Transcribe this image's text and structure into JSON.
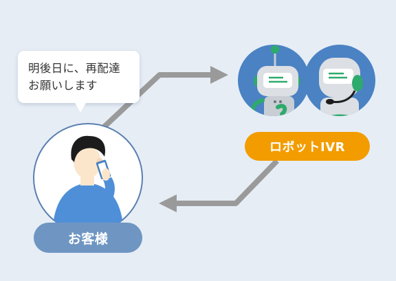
{
  "speech_bubble": {
    "line1": "明後日に、再配達",
    "line2": "お願いします"
  },
  "robot_label": "ロボットIVR",
  "customer_label": "お客様",
  "colors": {
    "background": "#e6edf5",
    "arrow": "#9a9a9a",
    "robot_label_bg": "#f39c00",
    "customer_label_bg": "#6f96c2",
    "robot_circle": "#4a82c3",
    "person_shirt": "#4f8fd8",
    "robot_accent": "#2eaa6c"
  },
  "icons": [
    "customer-avatar",
    "robot-with-antenna",
    "robot-with-headset",
    "smartphone-icon"
  ]
}
